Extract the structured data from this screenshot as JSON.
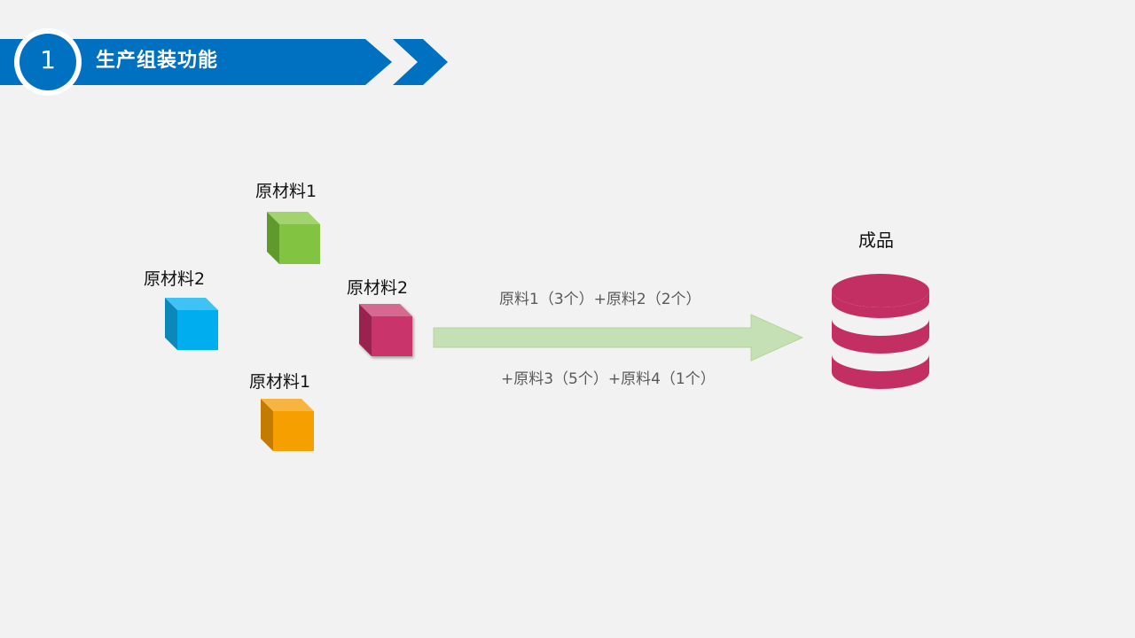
{
  "header": {
    "number": "1",
    "title": "生产组装功能",
    "color": "#0070c0"
  },
  "materials": [
    {
      "label": "原材料1",
      "color": "#82c341"
    },
    {
      "label": "原材料2",
      "color": "#00aeef"
    },
    {
      "label": "原材料2",
      "color": "#c9346b"
    },
    {
      "label": "原材料1",
      "color": "#f59f00"
    }
  ],
  "recipe": {
    "line1": "原料1（3个）+原料2（2个）",
    "line2": "+原料3（5个）+原料4（1个）"
  },
  "arrow": {
    "color": "#c5e0b4"
  },
  "product": {
    "label": "成品",
    "icon": "database-icon",
    "color": "#c42f63"
  }
}
